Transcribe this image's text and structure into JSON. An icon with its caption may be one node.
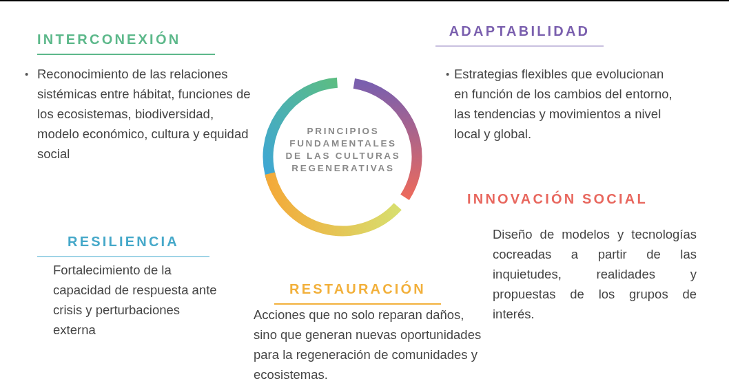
{
  "diagram": {
    "nodes": [
      {
        "text": [
          "PRINCIPIOS FUNDAMENTALES DE LAS CULTURAS REGENERATIVAS"
        ]
      }
    ],
    "labels": [
      "INTERCONEXIÓN",
      "ADAPTABILIDAD",
      "•",
      "Reconocimiento de las relaciones sistémicas entre hábitat, funciones de los ecosistemas, biodiversidad, modelo económico, cultura y equidad social",
      "•",
      "Estrategias flexibles que evolucionan en función de los cambios del entorno, las tendencias y movimientos a nivel local y global.",
      "INNOVACIÓN SOCIAL",
      "RESILIENCIA",
      "Diseño de modelos y tecnologías cocreadas a partir de las inquietudes, realidades y propuestas de los grupos de interés.",
      "Fortalecimiento de la capacidad de respuesta ante crisis y perturbaciones externa",
      "RESTAURACIÓN",
      "Acciones que no solo reparan daños, sino que generan nuevas oportunidades para la regeneración de comunidades y ecosistemas."
    ]
  }
}
